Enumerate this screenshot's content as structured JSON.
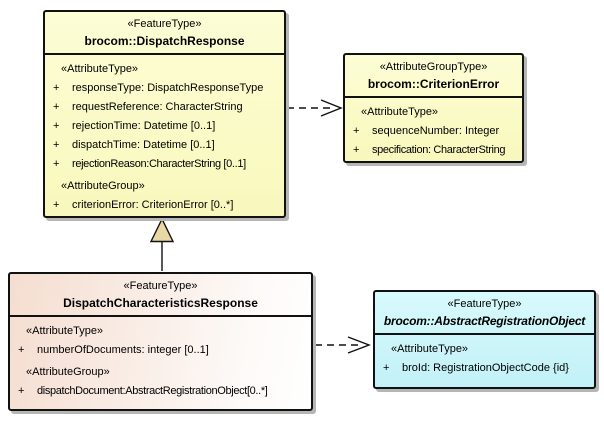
{
  "colors": {
    "yellow": "#f8f8bc",
    "yellow-light": "#fdfdd6",
    "cyan": "#c2f1f7",
    "cyan-light": "#d8fafc",
    "peach": "#f5ddd0",
    "triangle": "#ead7a6"
  },
  "boxes": {
    "dispatch_response": {
      "stereotype": "«FeatureType»",
      "name": "brocom::DispatchResponse",
      "sections": [
        {
          "header": "«AttributeType»",
          "attributes": [
            {
              "vis": "+",
              "text": "responseType: DispatchResponseType"
            },
            {
              "vis": "+",
              "text": "requestReference: CharacterString"
            },
            {
              "vis": "+",
              "text": "rejectionTime: Datetime [0..1]"
            },
            {
              "vis": "+",
              "text": "dispatchTime: Datetime [0..1]"
            },
            {
              "vis": "+",
              "text": "rejectionReason:CharacterString [0..1]"
            }
          ]
        },
        {
          "header": "«AttributeGroup»",
          "attributes": [
            {
              "vis": "+",
              "text": "criterionError: CriterionError [0..*]"
            }
          ]
        }
      ]
    },
    "criterion_error": {
      "stereotype": "«AttributeGroupType»",
      "name": "brocom::CriterionError",
      "sections": [
        {
          "header": "«AttributeType»",
          "attributes": [
            {
              "vis": "+",
              "text": "sequenceNumber: Integer"
            },
            {
              "vis": "+",
              "text": "specification: CharacterString"
            }
          ]
        }
      ]
    },
    "dispatch_characteristics_response": {
      "stereotype": "«FeatureType»",
      "name": "DispatchCharacteristicsResponse",
      "sections": [
        {
          "header": "«AttributeType»",
          "attributes": [
            {
              "vis": "+",
              "text": "numberOfDocuments: integer [0..1]"
            }
          ]
        },
        {
          "header": "«AttributeGroup»",
          "attributes": [
            {
              "vis": "+",
              "text": "dispatchDocument:AbstractRegistrationObject[0..*]"
            }
          ]
        }
      ]
    },
    "abstract_registration_object": {
      "stereotype": "«FeatureType»",
      "name": "brocom::AbstractRegistrationObject",
      "sections": [
        {
          "header": "«AttributeType»",
          "attributes": [
            {
              "vis": "+",
              "text": "broId: RegistrationObjectCode {id}"
            }
          ]
        }
      ]
    }
  },
  "connectors": [
    {
      "type": "dependency",
      "from": "dispatch_response",
      "to": "criterion_error"
    },
    {
      "type": "generalization",
      "from": "dispatch_characteristics_response",
      "to": "dispatch_response"
    },
    {
      "type": "dependency",
      "from": "dispatch_characteristics_response",
      "to": "abstract_registration_object"
    }
  ]
}
